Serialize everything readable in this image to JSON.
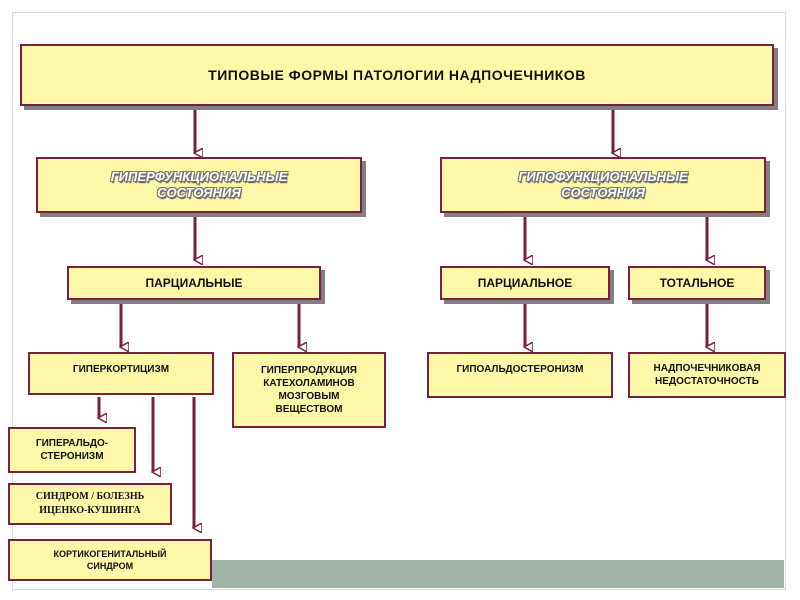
{
  "title": "ТИПОВЫЕ  ФОРМЫ  ПАТОЛОГИИ  НАДПОЧЕЧНИКОВ",
  "hyperfunctional": "ГИПЕРФУНКЦИОНАЛЬНЫЕ\nСОСТОЯНИЯ",
  "hypofunctional": "ГИПОФУНКЦИОНАЛЬНЫЕ\nСОСТОЯНИЯ",
  "hyper_partial": "ПАРЦИАЛЬНЫЕ",
  "hypo_partial": "ПАРЦИАЛЬНОЕ",
  "hypo_total": "ТОТАЛЬНОЕ",
  "hypercorticism": "ГИПЕРКОРТИЦИЗМ",
  "catecholamine_hyperproduction": "ГИПЕРПРОДУКЦИЯ\nКАТЕХОЛАМИНОВ\nМОЗГОВЫМ\nВЕЩЕСТВОМ",
  "hypoaldosteronism": "ГИПОАЛЬДОСТЕРОНИЗМ",
  "adrenal_insufficiency": "НАДПОЧЕЧНИКОВАЯ\nНЕДОСТАТОЧНОСТЬ",
  "hyperaldosteronism": "ГИПЕРАЛЬДО-\nСТЕРОНИЗМ",
  "cushing": "СИНДРОМ / БОЛЕЗНЬ\nИЦЕНКО-КУШИНГА",
  "corticogenital": "КОРТИКОГЕНИТАЛЬНЫЙ\nСИНДРОМ",
  "colors": {
    "box_fill": "#fff8a8",
    "box_border": "#7a1f3d",
    "arrow": "#7a1f3d",
    "band": "#9fb3a7"
  }
}
